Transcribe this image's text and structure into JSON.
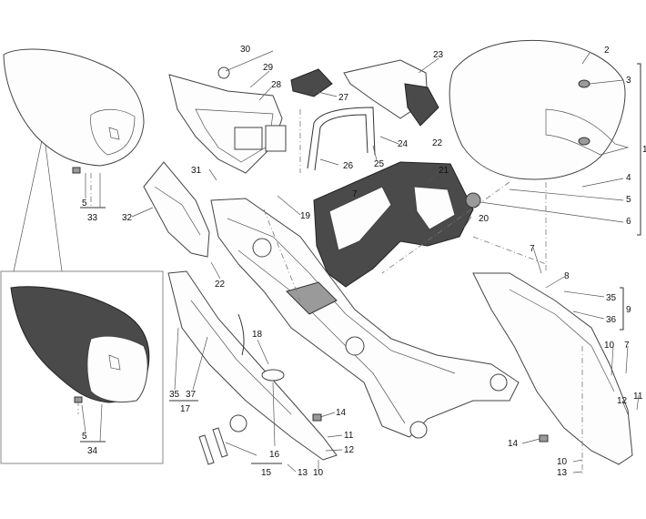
{
  "callouts": {
    "c1": "1",
    "c2": "2",
    "c3": "3",
    "c4": "4",
    "c5a": "5",
    "c6": "6",
    "c7a": "7",
    "c7b": "7",
    "c7c": "7",
    "c8": "8",
    "c9": "9",
    "c10a": "10",
    "c10b": "10",
    "c10c": "10",
    "c11a": "11",
    "c11b": "11",
    "c12a": "12",
    "c12b": "12",
    "c13a": "13",
    "c13b": "13",
    "c14a": "14",
    "c14b": "14",
    "c15": "15",
    "c16": "16",
    "c17": "17",
    "c18": "18",
    "c19": "19",
    "c20": "20",
    "c21": "21",
    "c22a": "22",
    "c22b": "22",
    "c23": "23",
    "c24": "24",
    "c25": "25",
    "c26": "26",
    "c27": "27",
    "c28": "28",
    "c29": "29",
    "c30": "30",
    "c31": "31",
    "c32": "32",
    "c33": "33",
    "c34": "34",
    "c35a": "35",
    "c35b": "35",
    "c36": "36",
    "c37": "37",
    "c5b": "5",
    "c5c": "5"
  },
  "colors": {
    "dark_part": "#4a4a4a",
    "line": "#333333"
  }
}
